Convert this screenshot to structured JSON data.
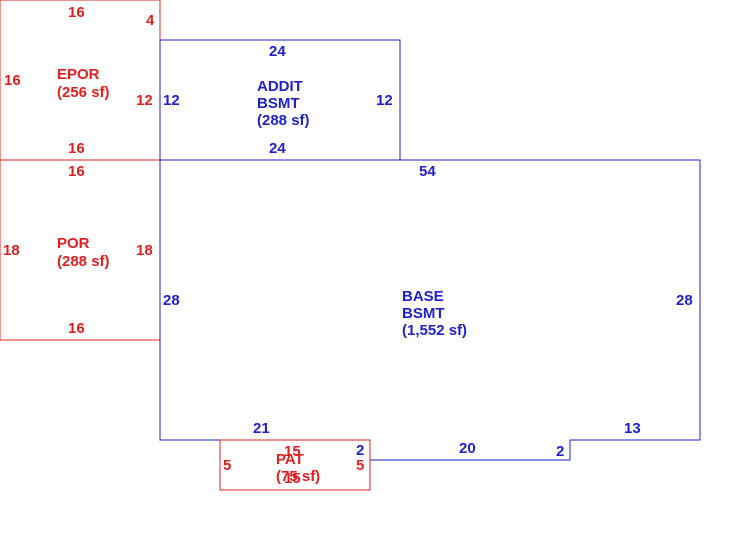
{
  "colors": {
    "red": "#e0201f",
    "blue": "#1f1fd0",
    "background": "#ffffff"
  },
  "areas": {
    "epor": {
      "name": "EPOR",
      "area": "(256 sf)",
      "color": "red",
      "dims": {
        "top": "16",
        "bottom": "16",
        "left": "16",
        "right": "12",
        "corner": "4"
      }
    },
    "addit": {
      "name1": "ADDIT",
      "name2": "BSMT",
      "area": "(288 sf)",
      "color": "blue",
      "dims": {
        "top": "24",
        "bottom": "24",
        "left": "12",
        "right": "12"
      }
    },
    "por": {
      "name": "POR",
      "area": "(288 sf)",
      "color": "red",
      "dims": {
        "top": "16",
        "bottom": "16",
        "left": "18",
        "right": "18"
      }
    },
    "base": {
      "name1": "BASE",
      "name2": "BSMT",
      "area": "(1,552 sf)",
      "color": "blue",
      "dims": {
        "top": "54",
        "left": "28",
        "right": "28",
        "bottom_left": "21",
        "bottom_right": "13",
        "step_left": "2",
        "bottom_mid": "20",
        "step_right": "2"
      }
    },
    "pat": {
      "name": "PAT",
      "area": "(75 sf)",
      "color": "red",
      "dims": {
        "top": "15",
        "bottom": "15",
        "left": "5",
        "right": "5"
      }
    }
  }
}
